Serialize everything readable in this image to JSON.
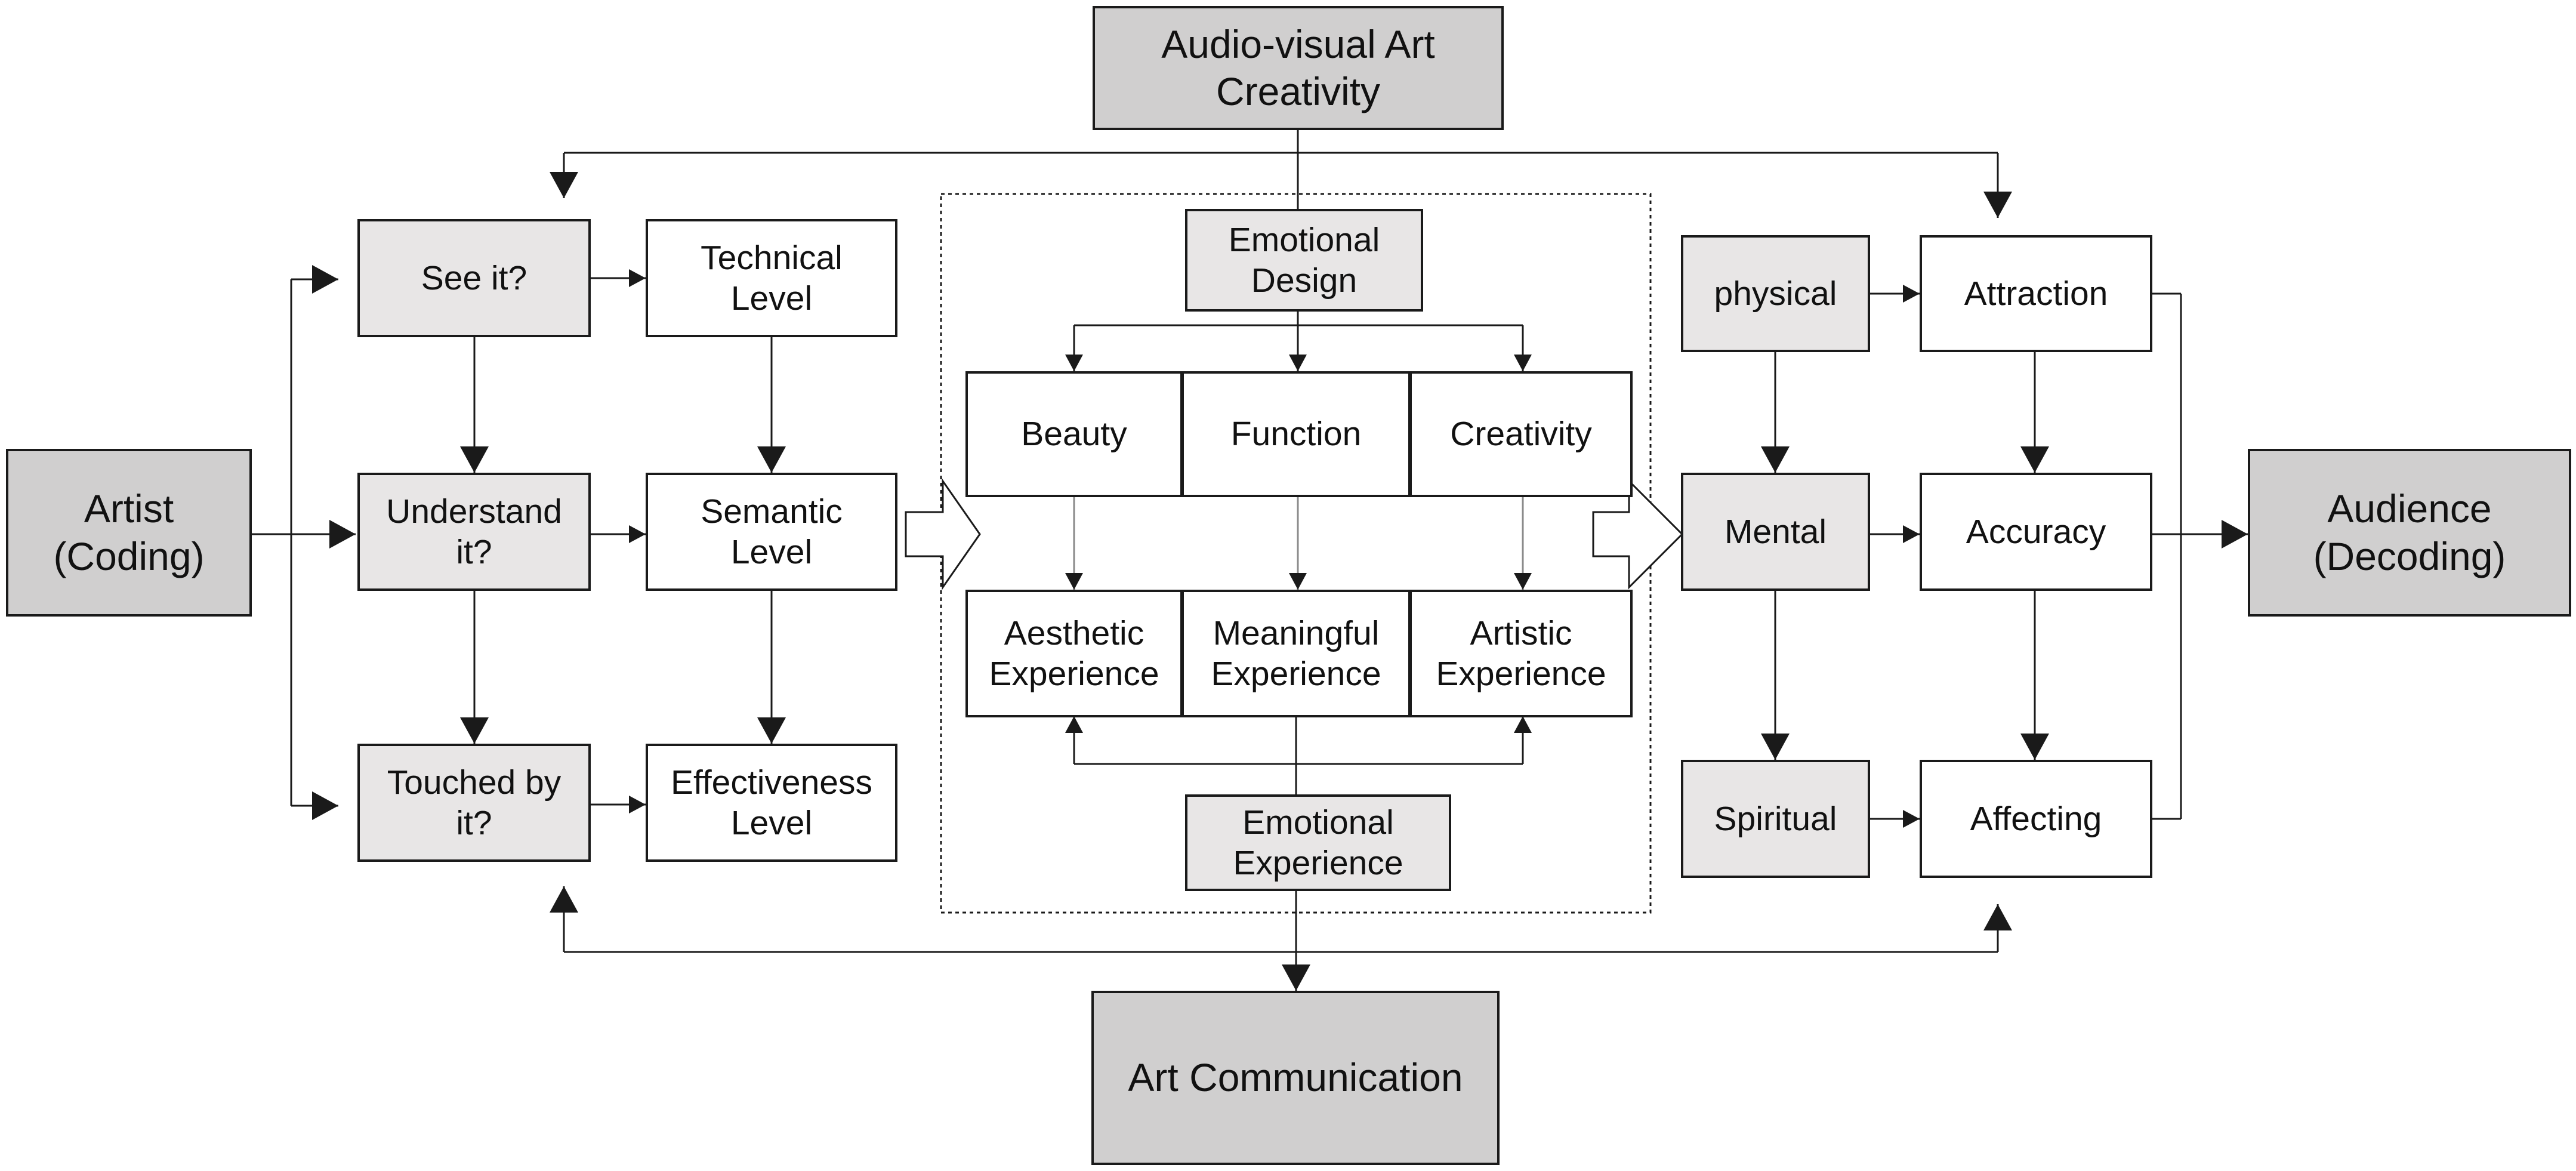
{
  "diagram": {
    "top_box": [
      "Audio-visual Art",
      "Creativity"
    ],
    "bottom_box": "Art Communication",
    "artist": [
      "Artist",
      "(Coding)"
    ],
    "audience": [
      "Audience",
      "(Decoding)"
    ],
    "left_questions": {
      "see": "See it?",
      "understand": [
        "Understand",
        "it?"
      ],
      "touched": [
        "Touched by",
        "it?"
      ]
    },
    "levels": {
      "technical": [
        "Technical",
        "Level"
      ],
      "semantic": [
        "Semantic",
        "Level"
      ],
      "effectiveness": [
        "Effectiveness",
        "Level"
      ]
    },
    "center": {
      "emotional_design": [
        "Emotional",
        "Design"
      ],
      "beauty": "Beauty",
      "function": "Function",
      "creativity": "Creativity",
      "aesthetic_experience": [
        "Aesthetic",
        "Experience"
      ],
      "meaningful_experience": [
        "Meaningful",
        "Experience"
      ],
      "artistic_experience": [
        "Artistic",
        "Experience"
      ],
      "emotional_experience": [
        "Emotional",
        "Experience"
      ]
    },
    "right_states": {
      "physical": "physical",
      "mental": "Mental",
      "spiritual": "Spiritual"
    },
    "responses": {
      "attraction": "Attraction",
      "accuracy": "Accuracy",
      "affecting": "Affecting"
    },
    "colors": {
      "dark_fill": "#d0cfcf",
      "light_fill": "#e8e6e6",
      "white_fill": "#ffffff",
      "line": "#1a1a1a"
    }
  }
}
